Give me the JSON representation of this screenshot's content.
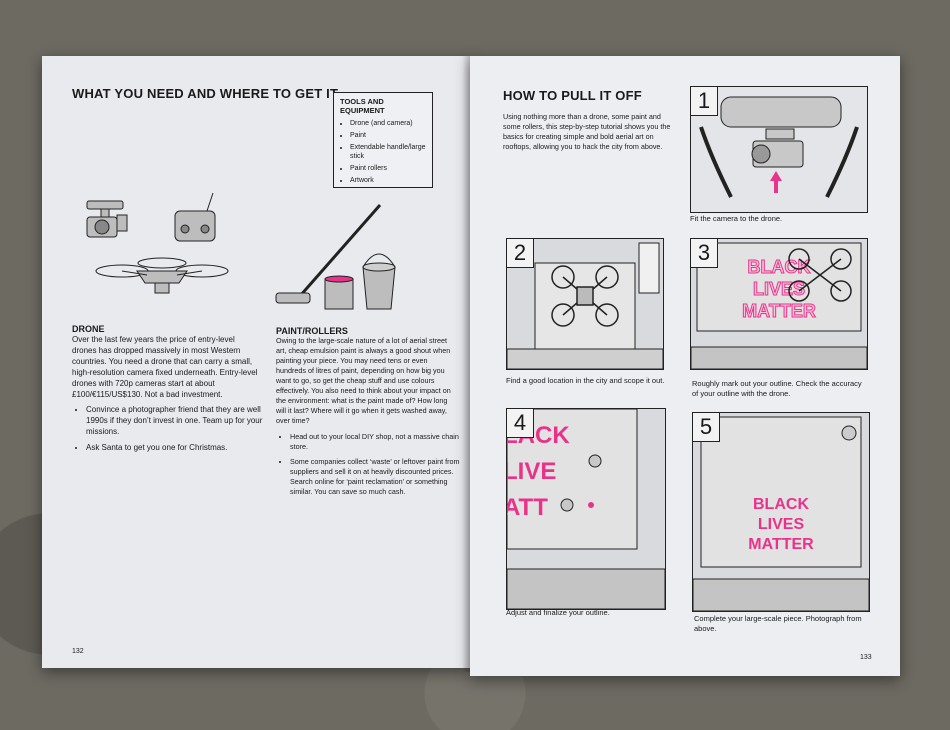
{
  "left": {
    "title": "WHAT YOU NEED AND WHERE TO GET IT",
    "tools": {
      "heading": "TOOLS AND EQUIPMENT",
      "items": [
        "Drone (and camera)",
        "Paint",
        "Extendable handle/large stick",
        "Paint rollers",
        "Artwork"
      ]
    },
    "drone": {
      "heading": "DRONE",
      "text": "Over the last few years the price of entry-level drones has dropped massively in most Western countries. You need a drone that can carry a small, high-resolution camera fixed underneath. Entry-level drones with 720p cameras start at about £100/€115/US$130. Not a bad investment.",
      "bullets": [
        "Convince a photographer friend that they are well 1990s if they don’t invest in one. Team up for your missions.",
        "Ask Santa to get you one for Christmas."
      ]
    },
    "paint": {
      "heading": "PAINT/ROLLERS",
      "text": "Owing to the large-scale nature of a lot of aerial street art, cheap emulsion paint is always a good shout when painting your piece. You may need tens or even hundreds of litres of paint, depending on how big you want to go, so get the cheap stuff and use colours effectively. You also need to think about your impact on the environment: what is the paint made of? How long will it last? Where will it go when it gets washed away, over time?",
      "bullets": [
        "Head out to your local DIY shop, not a massive chain store.",
        "Some companies collect ‘waste’ or leftover paint from suppliers and sell it on at heavily discounted prices. Search online for ‘paint reclamation’ or something similar. You can save so much cash."
      ]
    },
    "page_number": "132"
  },
  "right": {
    "title": "HOW TO PULL IT OFF",
    "intro": "Using nothing more than a drone, some paint and some rollers, this step-by-step tutorial shows you the basics for creating simple and bold aerial art on rooftops, allowing you to hack the city from above.",
    "steps": [
      {
        "number": "1",
        "caption": "Fit the camera to the drone."
      },
      {
        "number": "2",
        "caption": "Find a good location in the city and scope it out."
      },
      {
        "number": "3",
        "caption": "Roughly mark out your outline. Check the accuracy of your outline with the drone."
      },
      {
        "number": "4",
        "caption": "Adjust and finalize your outline."
      },
      {
        "number": "5",
        "caption": "Complete your large-scale piece. Photograph from above."
      }
    ],
    "artwork_lines": [
      "BLACK",
      "LIVES",
      "MATTER"
    ],
    "artwork_partial": {
      "step3": [
        "BLACK",
        "LIVES",
        "MATTER"
      ],
      "step4": [
        "LACK",
        "LIVE",
        "ATT"
      ]
    },
    "page_number": "133"
  },
  "colors": {
    "accent_pink": "#e8338a",
    "page": "#e9eaee"
  }
}
